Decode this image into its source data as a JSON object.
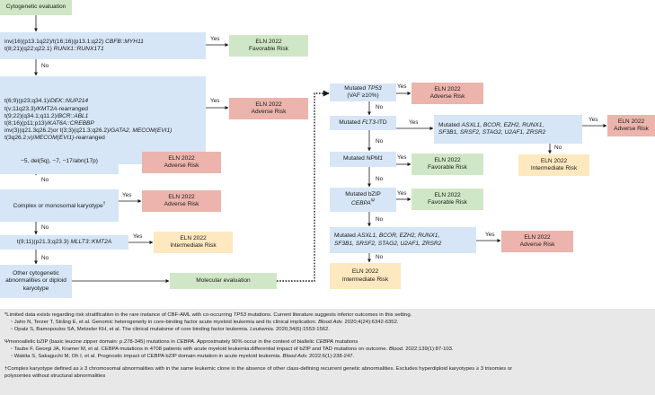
{
  "cyto_start": "Cytogenetic evaluation",
  "fav1": [
    "inv(16)(p13.1q22)/t(16;16)(p13.1;q22) ",
    "CBFB::MYH11",
    "t(8;21)(q22;q22.1) ",
    "RUNX1::RUNX1T1"
  ],
  "adv1": [
    [
      "t(6;9)(p23;q34.1)/",
      "DEK::NUP214"
    ],
    [
      "t(v;11q23.3)/",
      "KMT2A",
      "-rearranged"
    ],
    [
      "t(9;22)(q34.1;q11.2)/",
      "BCR::ABL1"
    ],
    [
      "t(8;16)(p11;p13)/",
      "KAT6A::CREBBP"
    ],
    [
      "inv(3)(q21.3q26.2)or t(3;3)(q21.3;q26.2)/",
      "GATA2",
      ", ",
      "MECOM(EVI1)"
    ],
    [
      "t(3q26.2;v)/",
      "MECOM(EVI1)",
      "-rearranged"
    ]
  ],
  "del_box": "−5, del(5q), −7, −17/abn(17p)",
  "complex_box": "Complex or monosomal karyotype",
  "complex_sup": "†",
  "mllt3_box": [
    "t(9;11)(p21.3;q23.3) ",
    "MLLT3::KMT2A"
  ],
  "other_box": "Other cytogenetic abnormalities or diploid karyotype",
  "molecular": "Molecular evaluation",
  "tp53_box": [
    "Mutated ",
    "TP53",
    "(VAF ≥10%)"
  ],
  "flt3_box": [
    "Mutated ",
    "FLT3",
    "-ITD"
  ],
  "npm1_box": [
    "Mutated ",
    "NPM1"
  ],
  "bzip_box": [
    "Mutated bZIP",
    "CEBPA",
    "Ψ"
  ],
  "genes_box": [
    "Mutated ",
    "ASXL1, BCOR, EZH2, RUNX1,",
    "SF3B1, SRSF2, STAG2, U2AF1, ZRSR2"
  ],
  "genes_mid_box": [
    "Mutated ",
    "ASXL1, BCOR, EZH2, RUNX1,",
    "SF3B1, SRSF2, STAG2, U2AF1, ZRSR2"
  ],
  "risk": {
    "eln": "ELN 2022",
    "favorable": "Favorable Risk",
    "adverse": "Adverse Risk",
    "intermediate": "Intermediate Risk"
  },
  "yes": "Yes",
  "no": "No",
  "footnotes": {
    "star_head": [
      "*Limited data exists regarding risk stratification in the rare instance of CBF-AML with co-occurring ",
      "TP53",
      " mutations. Current literature suggests inferior outcomes in this setting."
    ],
    "star_ref1": [
      "◦ Jahn N, Terzer T, Strång E, et al. Genomic heterogeneity in core-binding factor acute myeloid leukemia and its clinical implication. ",
      "Blood Adv.",
      " 2020;4(24):6342-6352."
    ],
    "star_ref2": [
      "◦ Opatz S, Bamopoulos SA, Metzeler KH, et al. The clinical mutatome of core binding factor leukemia. ",
      "Leukemia.",
      " 2020;34(6):1553-1562."
    ],
    "psi_head": [
      "Ψmonoallelic bZIP (basic leucine zipper domain: p.278-345) mutations in ",
      "CEBPA",
      ". Approximately 90% occur in the context of biallelic ",
      "CEBPA",
      " mutations"
    ],
    "psi_ref1": [
      "◦ Taube F, Georgi JA, Kramer M, et al. CEBPA mutations in 4708 patients with acute myeloid leukemia:differential impact of bZIP and TAD mutations on outcome. ",
      "Blood.",
      " 2022;139(1):87-103."
    ],
    "psi_ref2": [
      "◦ Wakita S, Sakaguchi M, Oh I, et al. Prognostic impact of CEBPA bZIP domain mutation in acute myeloid leukemia. ",
      "Blood Adv.",
      " 2022;6(1):238-247."
    ],
    "dagger1": "†Complex karyotype defined as ≥ 3 chromosomal abnormalities with in the same leukemic clone in the absence of other class-defining recurrent genetic abnormalities. Excludes hyperdiploid karyotypes ≥ 3 trisomies or",
    "dagger2": "polysomies without structural abnormalities"
  }
}
